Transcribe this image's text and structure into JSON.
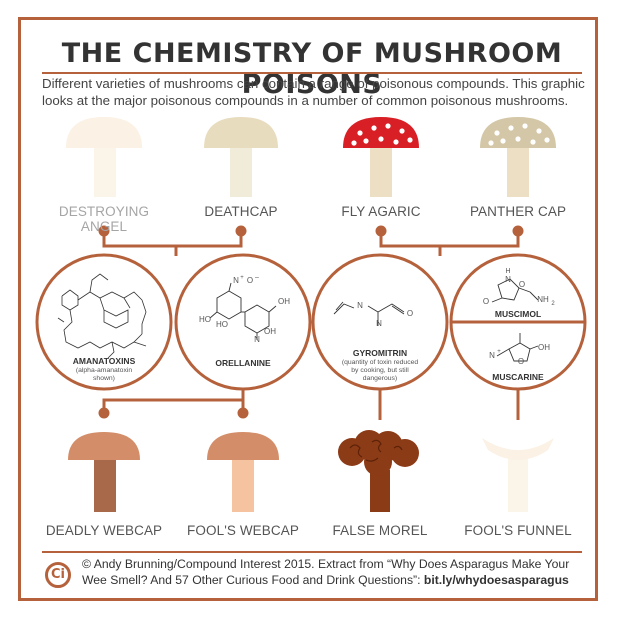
{
  "title": "THE CHEMISTRY OF MUSHROOM POISONS",
  "intro": "Different varieties of mushrooms can contain a range of poisonous compounds. This graphic looks at the major poisonous compounds in a number of common poisonous mushrooms.",
  "mushrooms_top": [
    {
      "name": "DESTROYING ANGEL",
      "cap": "#fbf1e4",
      "stem": "#fbf4e9",
      "icon": "white-mushroom-icon"
    },
    {
      "name": "DEATHCAP",
      "cap": "#e8dcbf",
      "stem": "#f1ebd9",
      "icon": "pale-mushroom-icon"
    },
    {
      "name": "FLY AGARIC",
      "cap": "#d81f26",
      "stem": "#ecdfc3",
      "icon": "spotted-red-mushroom-icon"
    },
    {
      "name": "PANTHER CAP",
      "cap": "#d4c7a7",
      "stem": "#ecdfc3",
      "icon": "spotted-brown-mushroom-icon"
    }
  ],
  "mushrooms_bottom": [
    {
      "name": "DEADLY WEBCAP",
      "cap": "#d38d68",
      "stem": "#a8694a",
      "icon": "brown-mushroom-icon"
    },
    {
      "name": "FOOL'S WEBCAP",
      "cap": "#d38d68",
      "stem": "#f5c3a0",
      "icon": "orange-mushroom-icon"
    },
    {
      "name": "FALSE MOREL",
      "cap": "#8c3b17",
      "stem": "#8c3b17",
      "icon": "brain-mushroom-icon"
    },
    {
      "name": "FOOL'S FUNNEL",
      "cap": "#fbf1e4",
      "stem": "#fbf4e9",
      "icon": "funnel-mushroom-icon"
    }
  ],
  "compounds": {
    "amanatoxins": {
      "name": "AMANATOXINS",
      "note": "(alpha-amanatoxin shown)"
    },
    "orellanine": {
      "name": "ORELLANINE",
      "labels": [
        "HO",
        "HO",
        "OH",
        "OH",
        "N",
        "N",
        "+",
        "O",
        "–"
      ]
    },
    "gyromitrin": {
      "name": "GYROMITRIN",
      "note": "(quantity of toxin reduced by cooking, but still dangerous)",
      "labels": [
        "N",
        "N",
        "O"
      ]
    },
    "muscimol": {
      "name": "MUSCIMOL",
      "labels": [
        "H",
        "N",
        "O",
        "O",
        "NH",
        "2"
      ]
    },
    "muscarine": {
      "name": "MUSCARINE",
      "labels": [
        "N",
        "+",
        "O",
        "OH"
      ]
    }
  },
  "colors": {
    "accent": "#b5623c",
    "text": "#333333"
  },
  "footer": {
    "text": "© Andy Brunning/Compound Interest 2015. Extract from “Why Does Asparagus Make Your Wee Smell? And 57 Other Curious Food and Drink Questions”: ",
    "link": "bit.ly/whydoesasparagus",
    "logo": "Ci"
  }
}
